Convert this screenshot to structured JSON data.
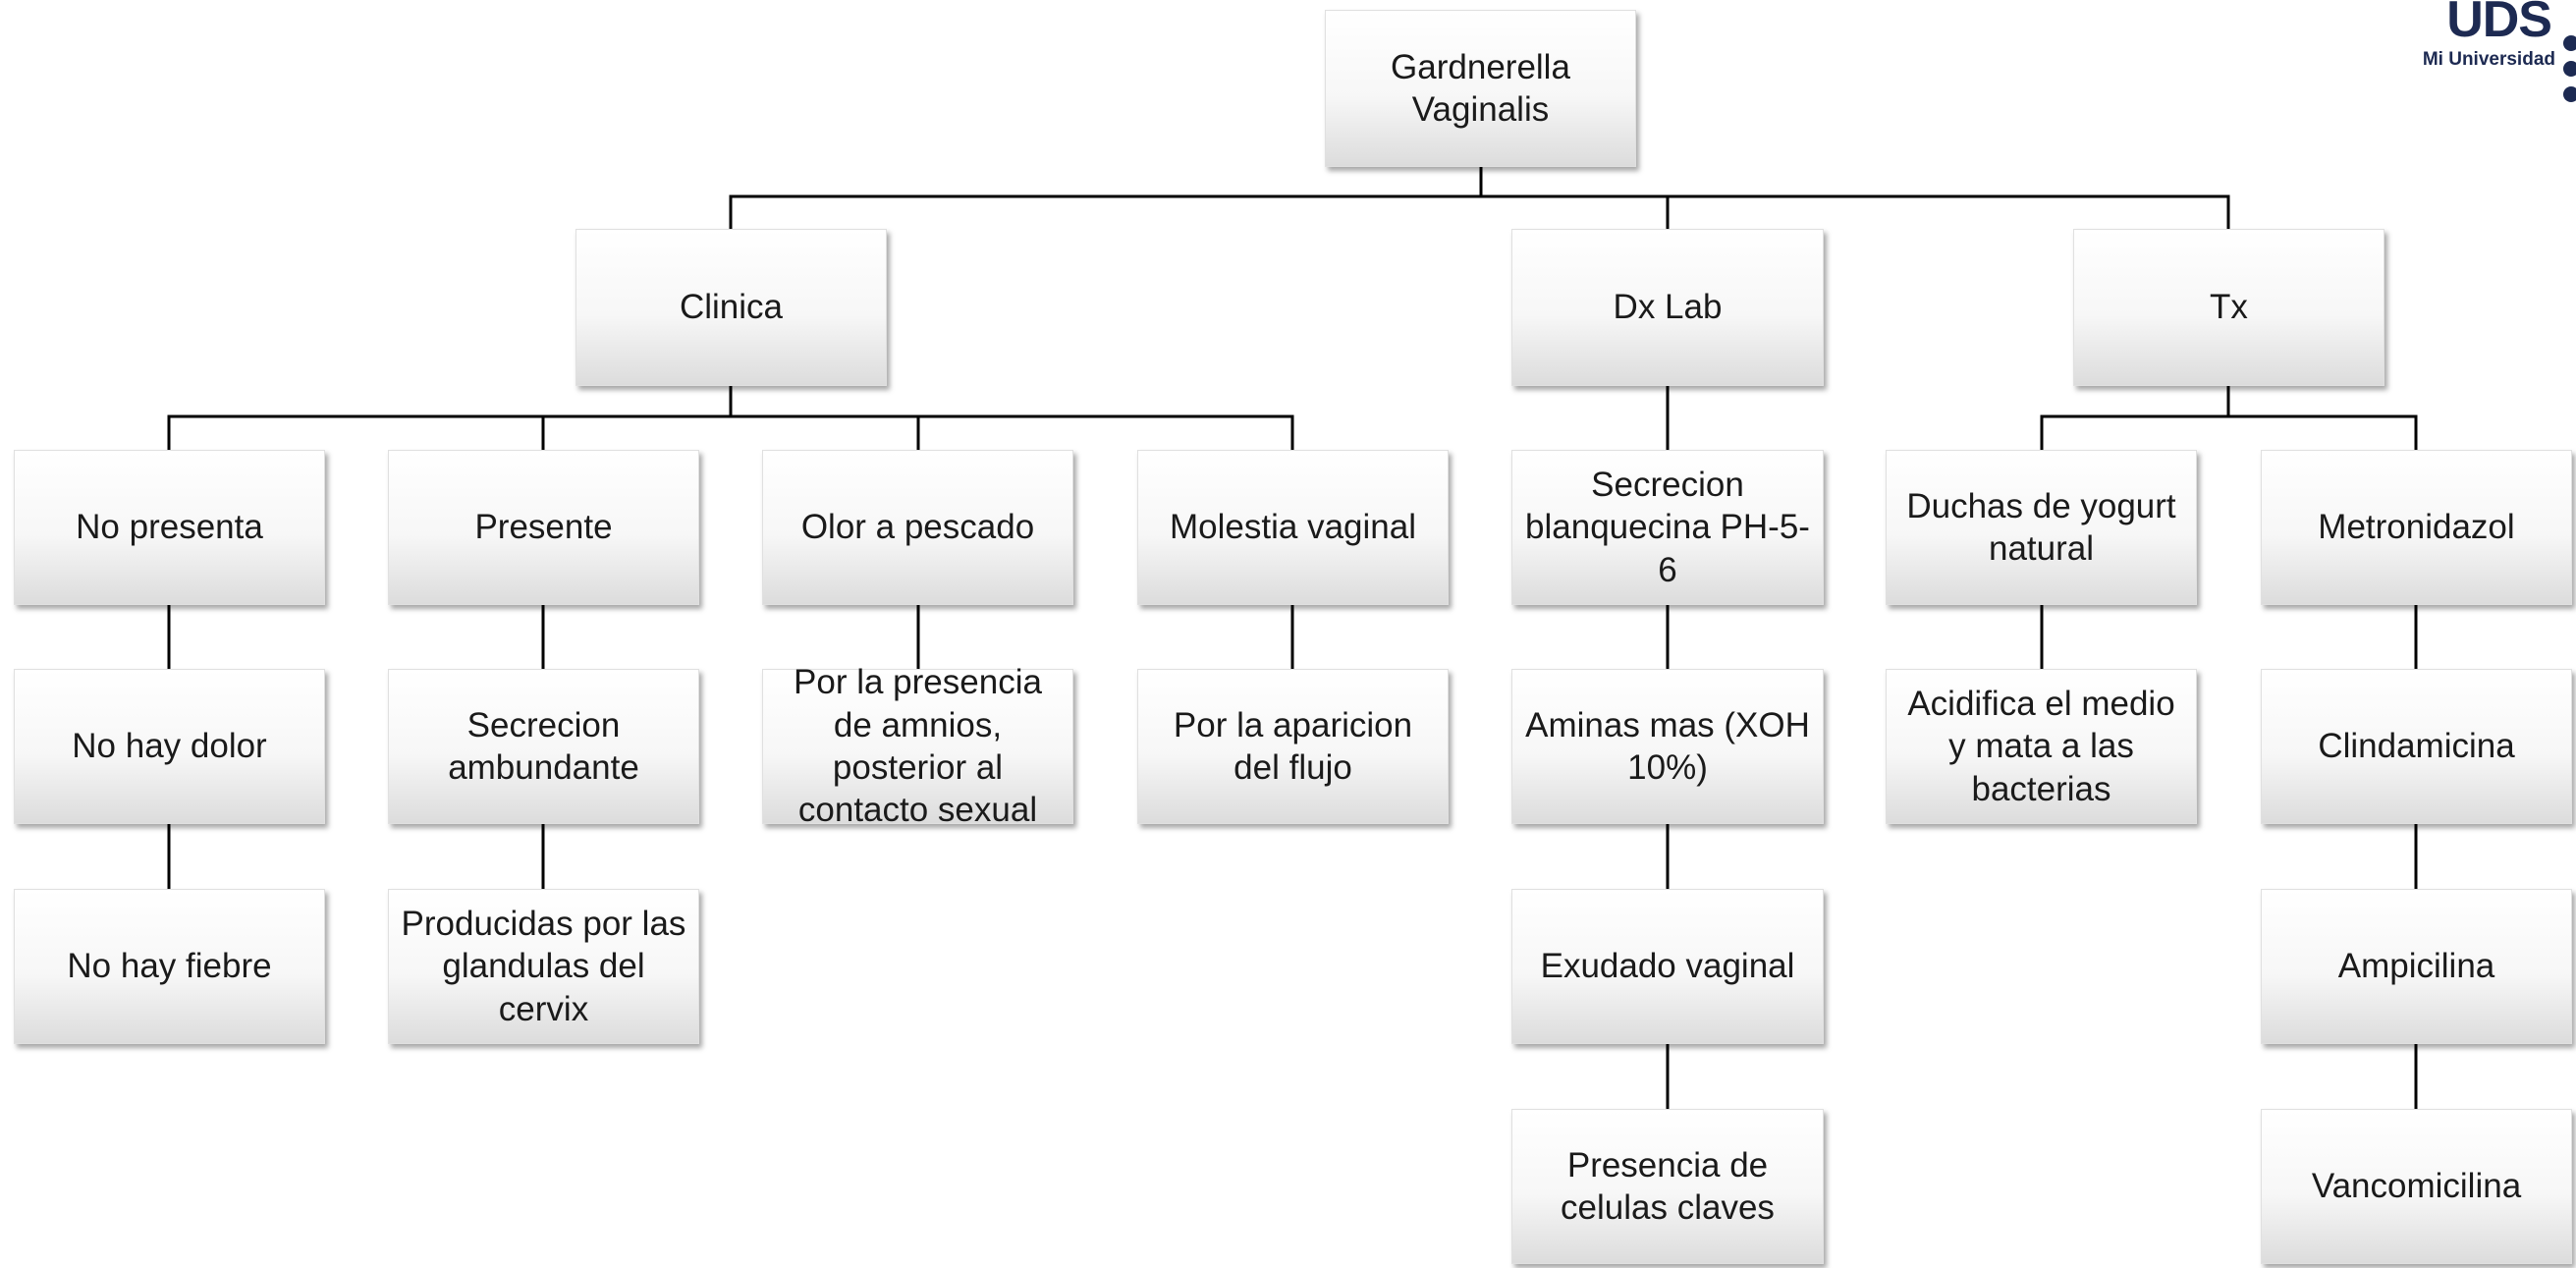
{
  "logo": {
    "text": "UDS",
    "subtitle": "Mi Universidad",
    "color": "#1d2a52"
  },
  "diagram": {
    "root": "Gardnerella Vaginalis",
    "categories": {
      "clinica": "Clinica",
      "dx_lab": "Dx Lab",
      "tx": "Tx"
    },
    "clinica": {
      "no_presenta": "No presenta",
      "no_hay_dolor": "No hay dolor",
      "no_hay_fiebre": "No hay fiebre",
      "presente": "Presente",
      "secrecion_abundante": "Secrecion ambundante",
      "producidas_glandulas": "Producidas por las glandulas del cervix",
      "olor_pescado": "Olor a pescado",
      "presencia_amnios": "Por la presencia de amnios, posterior al contacto sexual",
      "molestia_vaginal": "Molestia vaginal",
      "aparicion_flujo": "Por la aparicion del flujo"
    },
    "dx_lab": {
      "secrecion_blanquecina": "Secrecion blanquecina PH-5-6",
      "aminas": "Aminas mas (XOH 10%)",
      "exudado": "Exudado vaginal",
      "celulas_claves": "Presencia de celulas claves"
    },
    "tx": {
      "duchas_yogurt": "Duchas de yogurt natural",
      "acidifica": "Acidifica el medio y mata a las bacterias",
      "metronidazol": "Metronidazol",
      "clindamicina": "Clindamicina",
      "ampicilina": "Ampicilina",
      "vancomicilina": "Vancomicilina"
    }
  }
}
